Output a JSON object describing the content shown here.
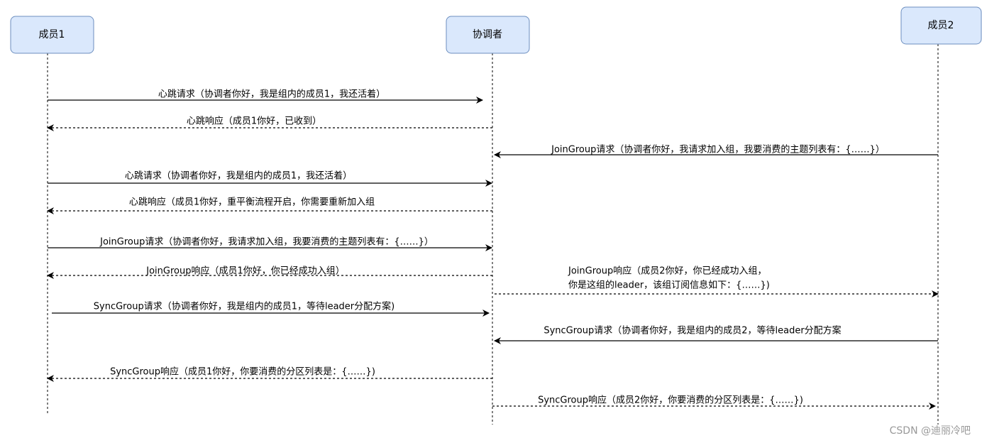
{
  "actors": [
    {
      "id": "m1",
      "label": "成员1"
    },
    {
      "id": "co",
      "label": "协调者"
    },
    {
      "id": "m2",
      "label": "成员2"
    }
  ],
  "messages": [
    {
      "from": "m1",
      "to": "co",
      "style": "solid",
      "lines": [
        "心跳请求（协调者你好，我是组内的成员1，我还活着）"
      ]
    },
    {
      "from": "co",
      "to": "m1",
      "style": "dashed",
      "lines": [
        "心跳响应（成员1你好，已收到）"
      ]
    },
    {
      "from": "m2",
      "to": "co",
      "style": "solid",
      "lines": [
        "JoinGroup请求（协调者你好，我请求加入组，我要消费的主题列表有：{……}）"
      ]
    },
    {
      "from": "m1",
      "to": "co",
      "style": "solid",
      "lines": [
        "心跳请求（协调者你好，我是组内的成员1，我还活着）"
      ]
    },
    {
      "from": "co",
      "to": "m1",
      "style": "dashed",
      "lines": [
        "心跳响应（成员1你好，重平衡流程开启，你需要重新加入组"
      ]
    },
    {
      "from": "m1",
      "to": "co",
      "style": "solid",
      "lines": [
        "JoinGroup请求（协调者你好，我请求加入组，我要消费的主题列表有：{……}）"
      ]
    },
    {
      "from": "co",
      "to": "m1",
      "style": "dashed",
      "lines": [
        "JoinGroup响应（成员1你好，你已经成功入组）"
      ]
    },
    {
      "from": "co",
      "to": "m2",
      "style": "dashed",
      "lines": [
        "JoinGroup响应（成员2你好，你已经成功入组，",
        "你是这组的leader，该组订阅信息如下：{……})"
      ]
    },
    {
      "from": "m1",
      "to": "co",
      "style": "solid",
      "lines": [
        "SyncGroup请求（协调者你好，我是组内的成员1，等待leader分配方案)"
      ]
    },
    {
      "from": "m2",
      "to": "co",
      "style": "solid",
      "lines": [
        "SyncGroup请求（协调者你好，我是组内的成员2，等待leader分配方案"
      ]
    },
    {
      "from": "co",
      "to": "m1",
      "style": "dashed",
      "lines": [
        "SyncGroup响应（成员1你好，你要消费的分区列表是：{……})"
      ]
    },
    {
      "from": "co",
      "to": "m2",
      "style": "dashed",
      "lines": [
        "SyncGroup响应（成员2你好，你要消费的分区列表是：{……})"
      ]
    }
  ],
  "watermark": "CSDN @迪丽冷吧"
}
